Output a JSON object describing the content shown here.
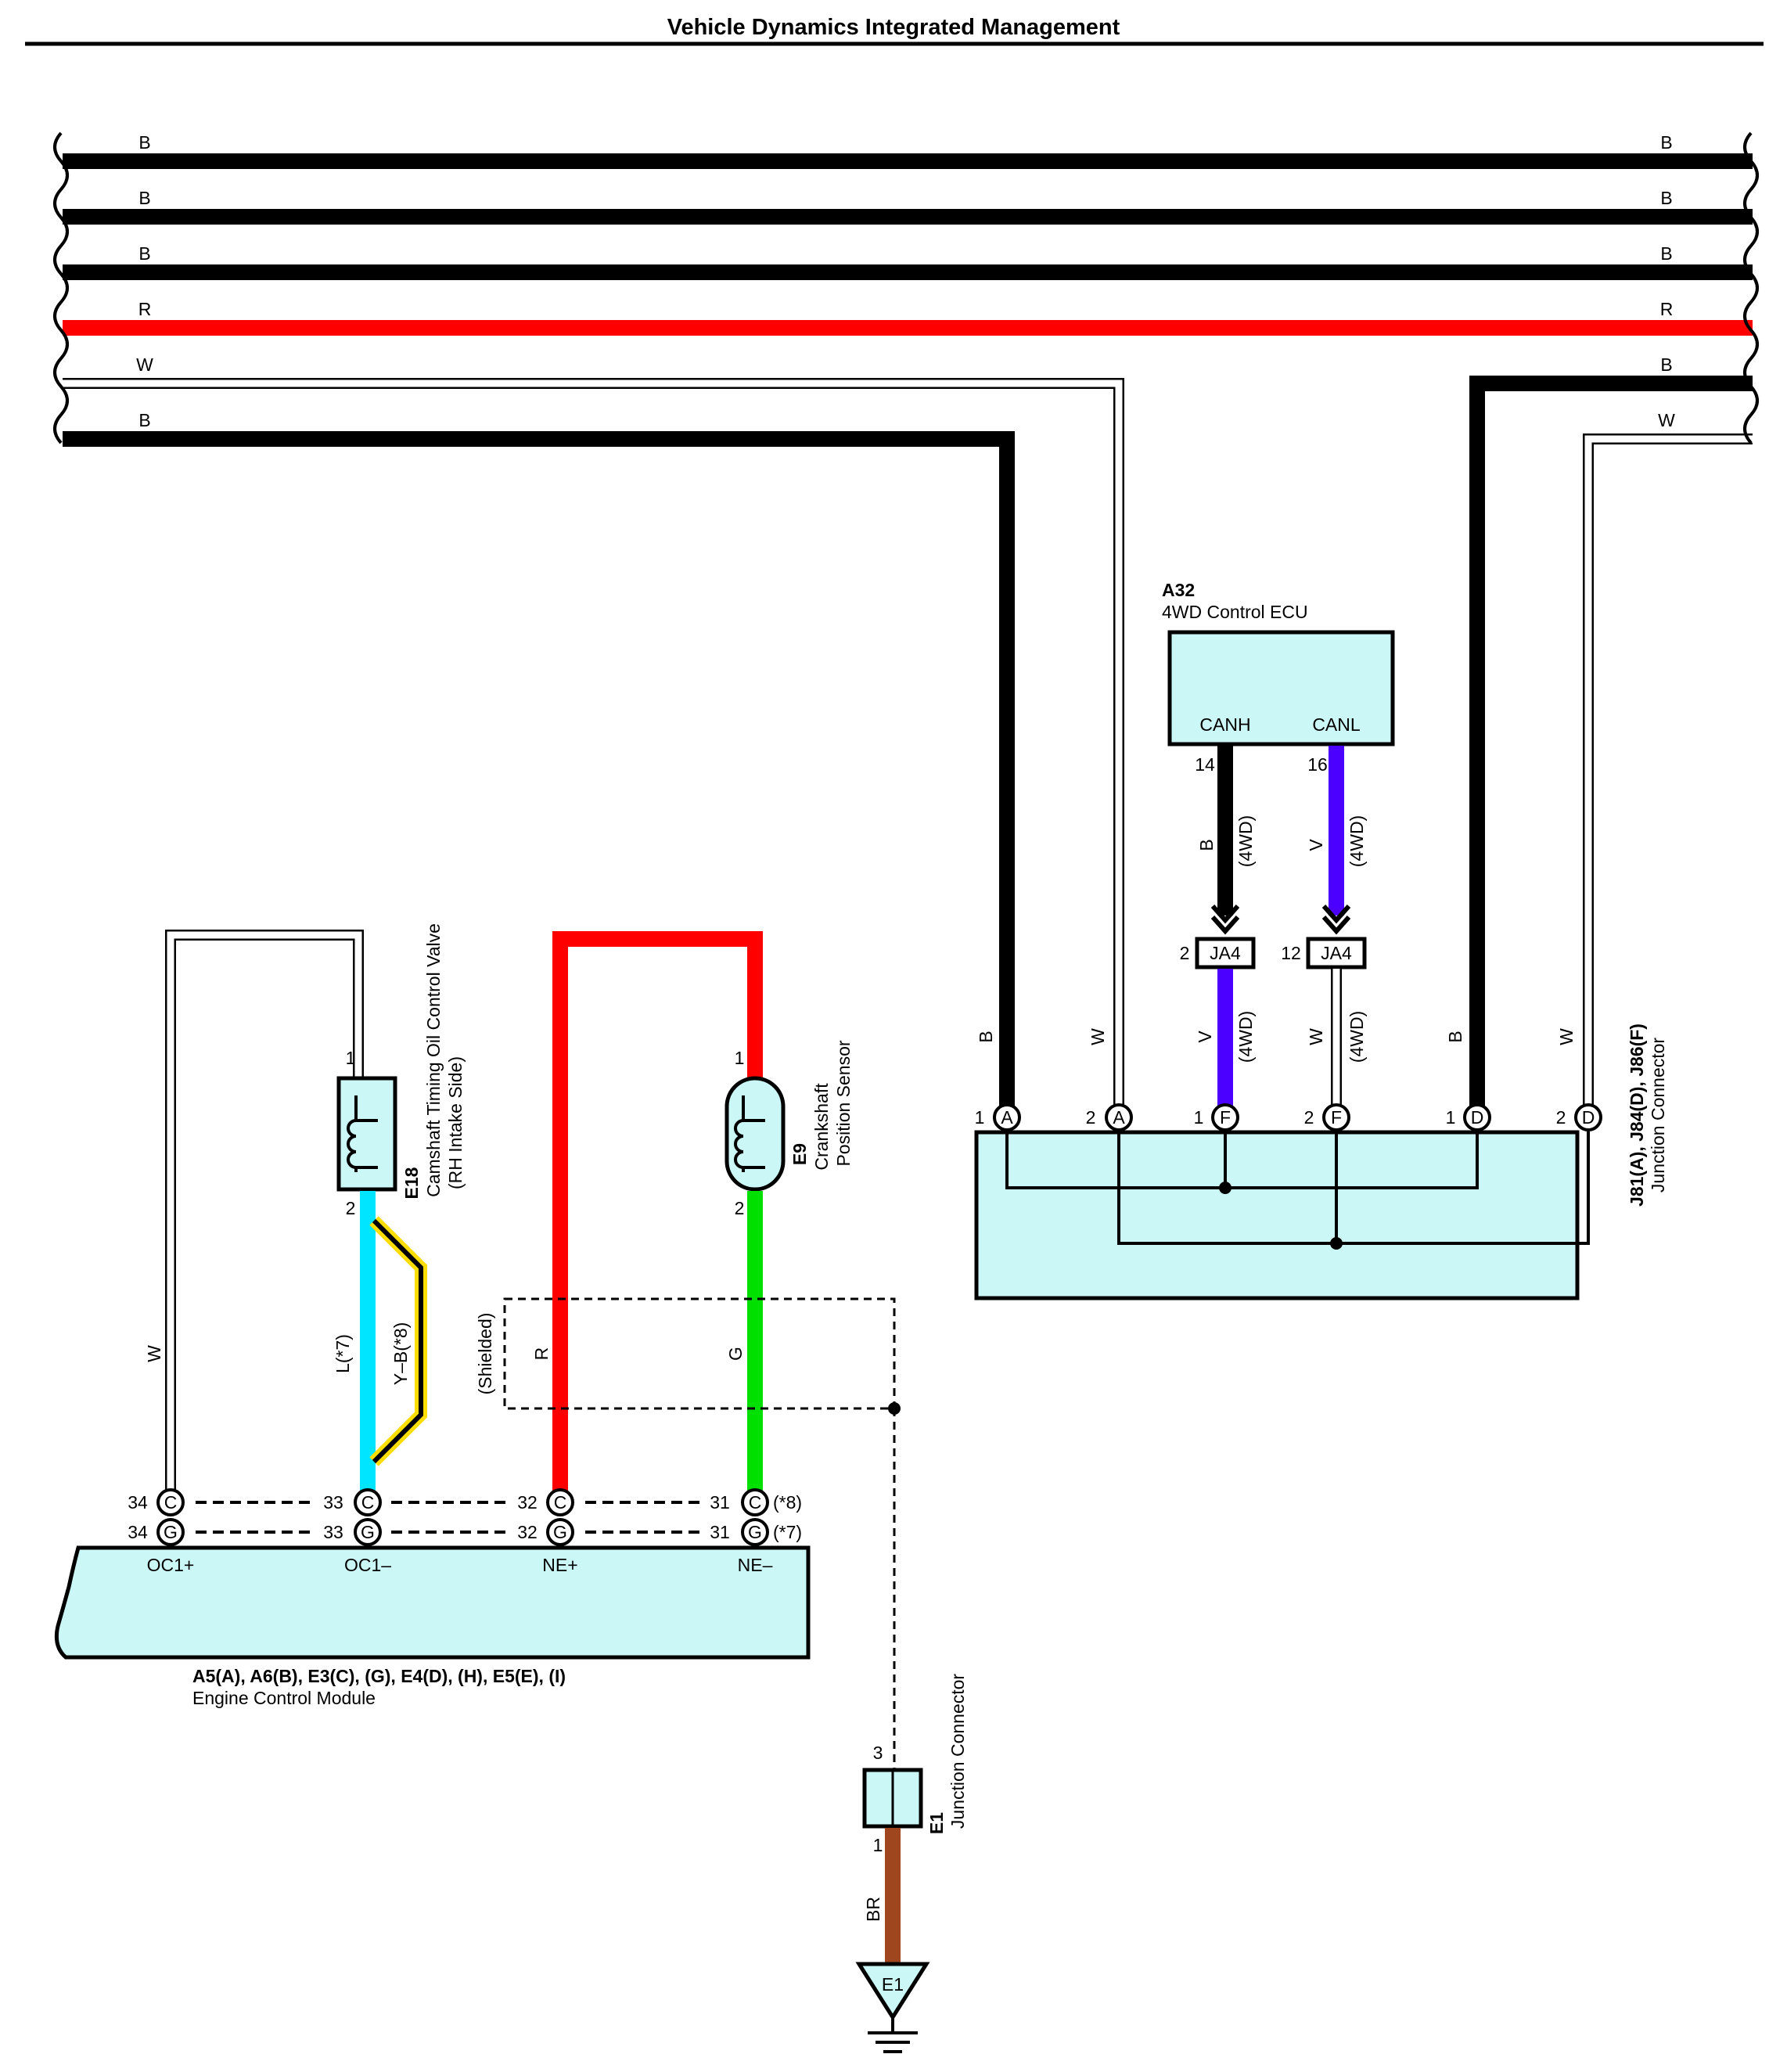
{
  "title": "Vehicle Dynamics Integrated Management",
  "colors": {
    "B": "#000000",
    "R": "#ff0000",
    "W": "#ffffff",
    "V": "#4b00ff",
    "G": "#00e000",
    "L": "#00e5ff",
    "Y": "#ffdd00",
    "BR": "#a0461e",
    "box_fill": "#ccf7f7"
  },
  "top_wires": {
    "left_labels": [
      "B",
      "B",
      "B",
      "R",
      "W",
      "B"
    ],
    "right_labels": [
      "B",
      "B",
      "B",
      "R",
      "B",
      "W"
    ]
  },
  "ecu_4wd": {
    "code": "A32",
    "name": "4WD Control ECU",
    "terminals": [
      {
        "name": "CANH",
        "pin": "14",
        "color": "B",
        "note": "(4WD)"
      },
      {
        "name": "CANL",
        "pin": "16",
        "color": "V",
        "note": "(4WD)"
      }
    ]
  },
  "ja4": [
    {
      "pin": "2",
      "label": "JA4"
    },
    {
      "pin": "12",
      "label": "JA4"
    }
  ],
  "junction_main": {
    "codes": "J81(A), J84(D), J86(F)",
    "name": "Junction Connector",
    "terminals": [
      {
        "pin": "1",
        "conn": "A",
        "wire": "B",
        "note": ""
      },
      {
        "pin": "2",
        "conn": "A",
        "wire": "W",
        "note": ""
      },
      {
        "pin": "1",
        "conn": "F",
        "wire": "V",
        "note": "(4WD)"
      },
      {
        "pin": "2",
        "conn": "F",
        "wire": "W",
        "note": "(4WD)"
      },
      {
        "pin": "1",
        "conn": "D",
        "wire": "B",
        "note": ""
      },
      {
        "pin": "2",
        "conn": "D",
        "wire": "W",
        "note": ""
      }
    ]
  },
  "valve": {
    "code": "E18",
    "name": "Camshaft Timing Oil Control Valve",
    "side": "(RH Intake Side)",
    "pin_top": "1",
    "pin_bottom": "2",
    "wire_a": "L(*7)",
    "wire_b": "Y–B(*8)"
  },
  "crank": {
    "code": "E9",
    "name_line1": "Crankshaft",
    "name_line2": "Position Sensor",
    "pin_top": "1",
    "pin_bottom": "2"
  },
  "shield": {
    "label": "(Shielded)",
    "wire_r": "R",
    "wire_g": "G",
    "wire_w": "W"
  },
  "ecm": {
    "codes": "A5(A), A6(B), E3(C), (G), E4(D), (H), E5(E), (I)",
    "name": "Engine Control Module",
    "terminals": [
      {
        "pin": "34",
        "name": "OC1+"
      },
      {
        "pin": "33",
        "name": "OC1–"
      },
      {
        "pin": "32",
        "name": "NE+"
      },
      {
        "pin": "31",
        "name": "NE–"
      }
    ],
    "conn_top": "C",
    "conn_bottom": "G",
    "note_top": "(*8)",
    "note_bottom": "(*7)"
  },
  "junction_e1": {
    "code": "E1",
    "name": "Junction Connector",
    "pin_top": "3",
    "pin_bottom": "1",
    "wire": "BR"
  },
  "ground": {
    "label": "E1"
  }
}
